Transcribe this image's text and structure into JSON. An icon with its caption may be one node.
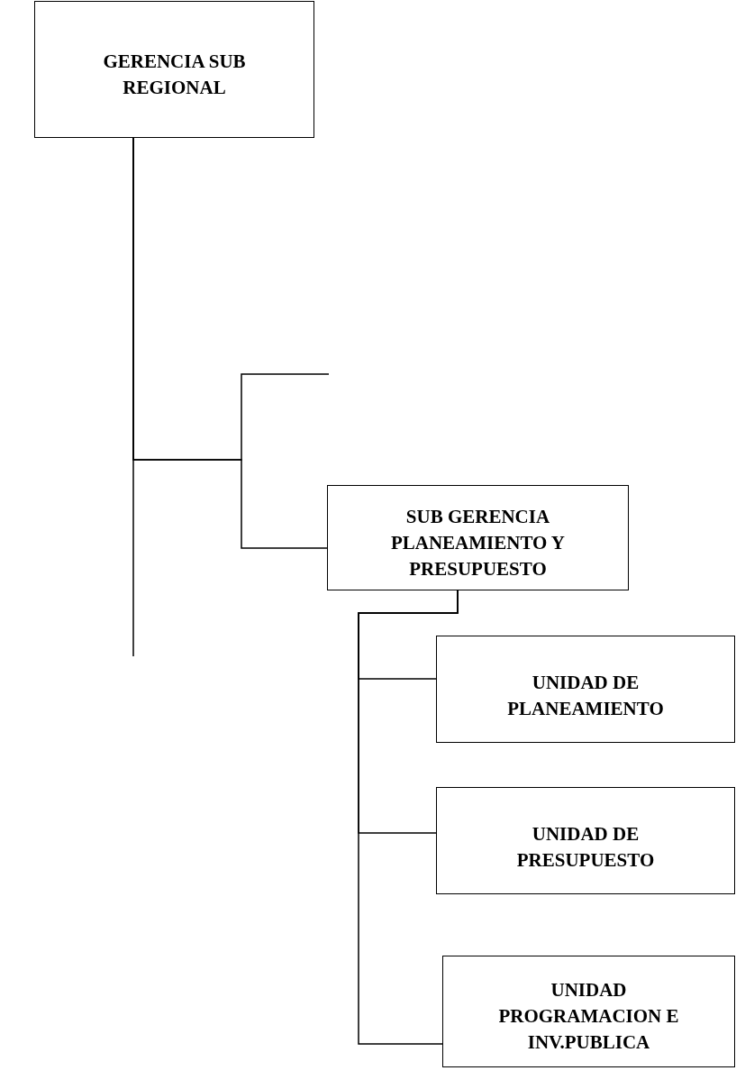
{
  "diagram": {
    "nodes": [
      {
        "text": [
          "GERENCIA SUB REGIONAL"
        ]
      },
      {
        "text": [
          "SUB GERENCIA PLANEAMIENTO Y PRESUPUESTO"
        ]
      },
      {
        "text": [
          "UNIDAD DE PLANEAMIENTO"
        ]
      },
      {
        "text": [
          "UNIDAD DE PRESUPUESTO"
        ]
      },
      {
        "text": [
          "UNIDAD PROGRAMACION E INV.PUBLICA"
        ]
      }
    ],
    "edges": [
      {
        "from": 0,
        "to": 1,
        "arrow": "none"
      },
      {
        "from": 0,
        "to": null,
        "arrow": "none"
      },
      {
        "from": 0,
        "to": null,
        "arrow": "none"
      },
      {
        "from": 1,
        "to": 2,
        "arrow": "none"
      },
      {
        "from": 1,
        "to": 3,
        "arrow": "none"
      },
      {
        "from": 1,
        "to": 4,
        "arrow": "none"
      }
    ]
  }
}
